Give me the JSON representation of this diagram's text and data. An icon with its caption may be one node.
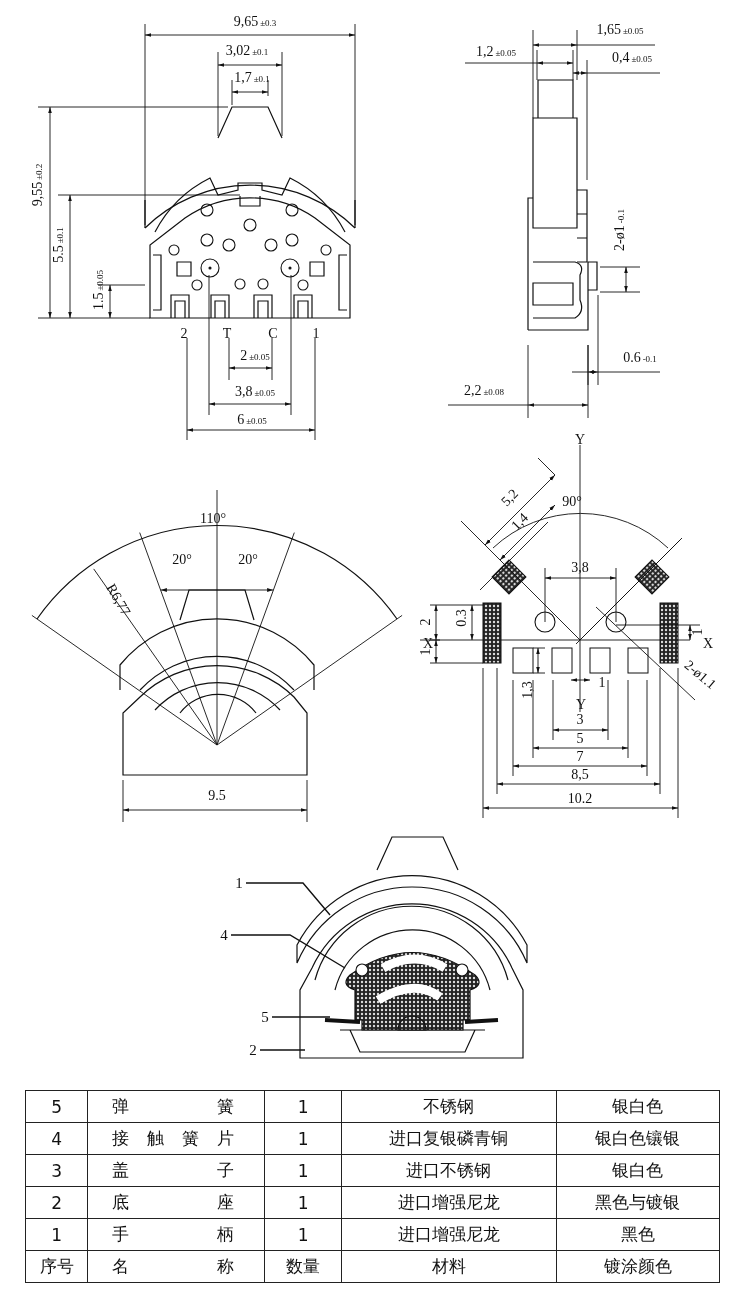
{
  "diagram": {
    "nodes": [
      {
        "text": [
          "1"
        ]
      },
      {
        "text": [
          "4"
        ]
      },
      {
        "text": [
          "5"
        ]
      },
      {
        "text": [
          "2"
        ]
      }
    ],
    "edges": [
      {
        "from": 0,
        "to": null,
        "arrow": "none"
      },
      {
        "from": 1,
        "to": null,
        "arrow": "none"
      },
      {
        "from": 2,
        "to": null,
        "arrow": "none"
      },
      {
        "from": 3,
        "to": null,
        "arrow": "none"
      }
    ],
    "labels": [
      "9,65$_{±0.3}$",
      "3,02$_{±0.1}$",
      "1,7$_{±0.1}$",
      "9,55$_{±0.2}$",
      "5.5$_{±0.1}$",
      "1.5$_{±0.05}$",
      "2",
      "T",
      "C",
      "1",
      "2$_{±0.05}$",
      "3,8$_{±0.05}$",
      "6$_{±0.05}$",
      "1,65$_{±0.05}$",
      "1,2$_{±0.05}$",
      "0,4$_{±0.05}$",
      "2-ø1$_{-0.1}$",
      "0.6$_{-0.1}$",
      "2,2$_{±0.08}$",
      "110°",
      "20°",
      "20°",
      "R6,77",
      "9.5",
      "Y",
      "5,2",
      "1,4",
      "90°",
      "3,8",
      "2",
      "0.3",
      "X",
      "1",
      "X",
      "1",
      "2-ø1.1",
      "1,3",
      "1",
      "Y",
      "3",
      "5",
      "7",
      "8,5",
      "10.2",
      "5",
      "弹簧",
      "1",
      "不锈钢",
      "银白色",
      "4",
      "接触簧片",
      "1",
      "进口复银磷青铜",
      "银白色镶银",
      "3",
      "盖子",
      "1",
      "进口不锈钢",
      "银白色",
      "2",
      "底座",
      "1",
      "进口增强尼龙",
      "黑色与镀银",
      "1",
      "手柄",
      "1",
      "进口增强尼龙",
      "黑色",
      "序号",
      "名称",
      "数量",
      "材料",
      "镀涂颜色"
    ]
  }
}
